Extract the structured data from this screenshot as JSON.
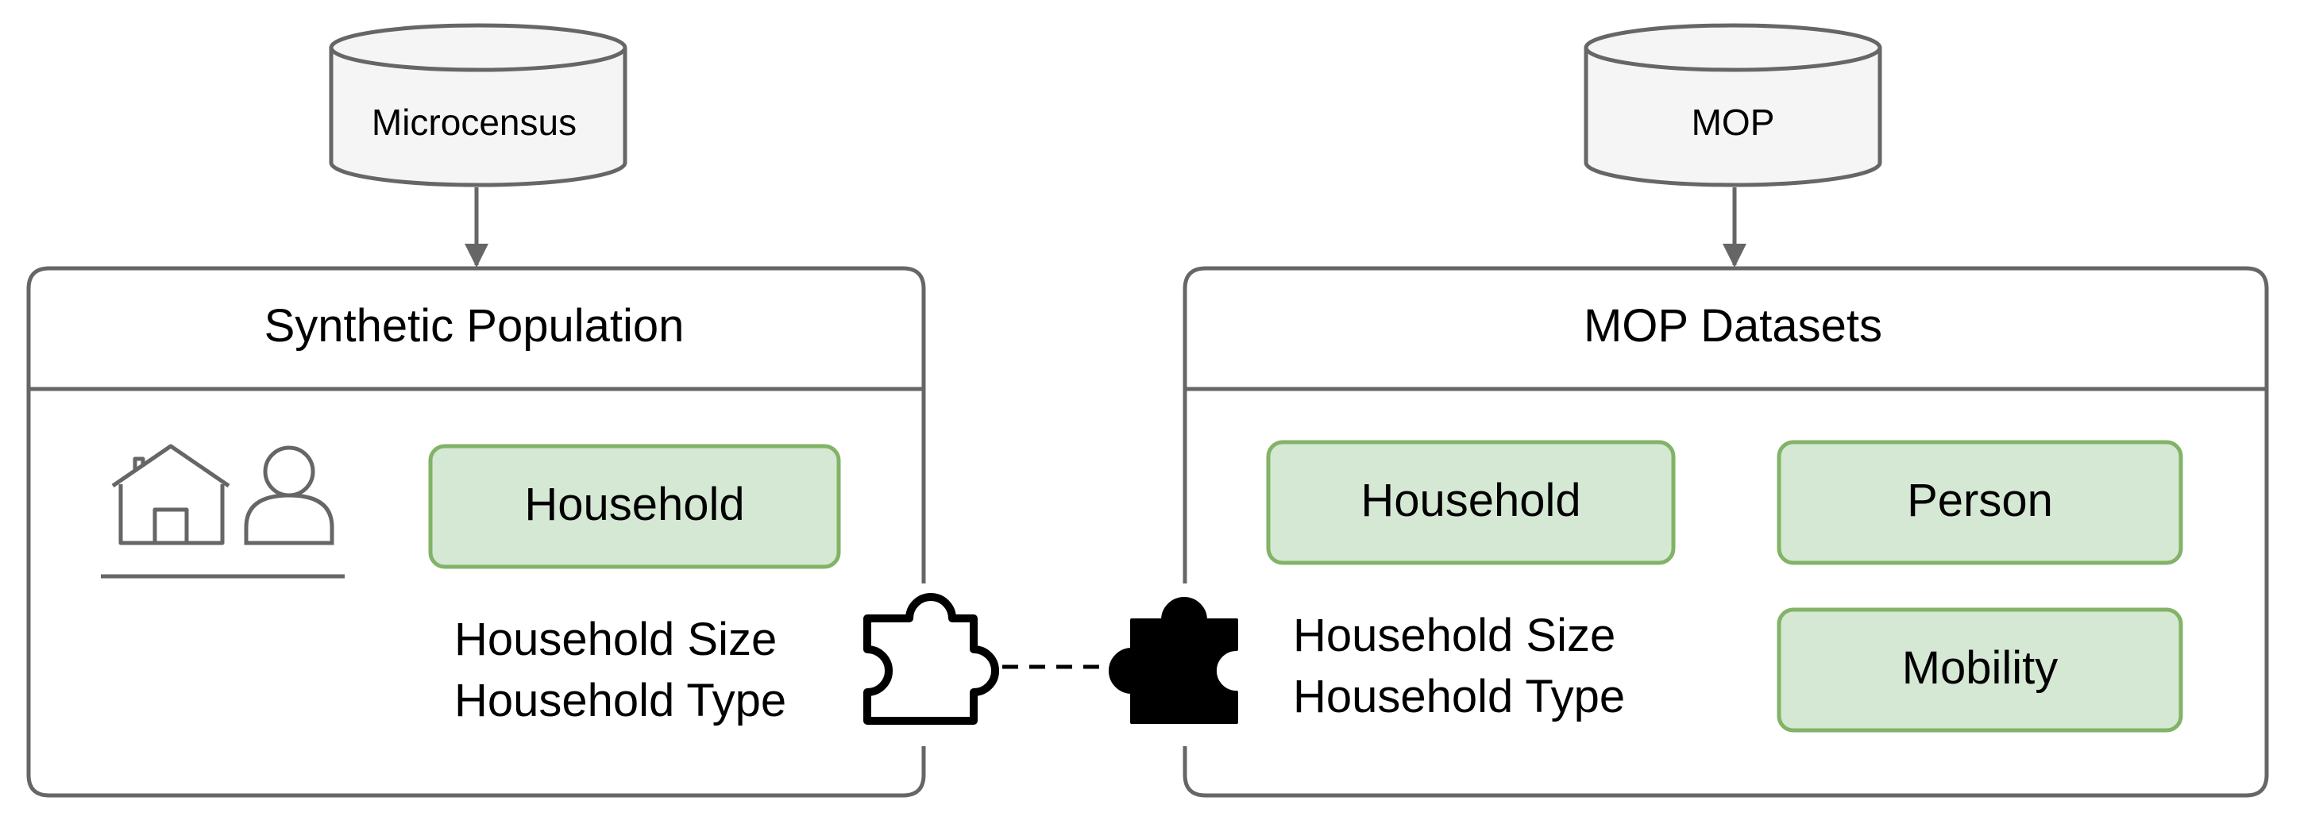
{
  "sources": {
    "left": {
      "label": "Microcensus"
    },
    "right": {
      "label": "MOP"
    }
  },
  "panels": {
    "left": {
      "title": "Synthetic Population",
      "box": {
        "label": "Household"
      },
      "attributes": [
        "Household Size",
        "Household Type"
      ],
      "icons": [
        "house-icon",
        "person-icon",
        "puzzle-piece-outline-icon"
      ]
    },
    "right": {
      "title": "MOP Datasets",
      "boxes": [
        {
          "label": "Household"
        },
        {
          "label": "Person"
        },
        {
          "label": "Mobility"
        }
      ],
      "attributes": [
        "Household Size",
        "Household Type"
      ],
      "icons": [
        "puzzle-piece-filled-icon"
      ]
    }
  },
  "colors": {
    "stroke": "#666666",
    "cylinder_fill": "#f5f5f5",
    "box_fill": "#d5e8d4",
    "box_stroke": "#82b366",
    "text": "#000000"
  }
}
